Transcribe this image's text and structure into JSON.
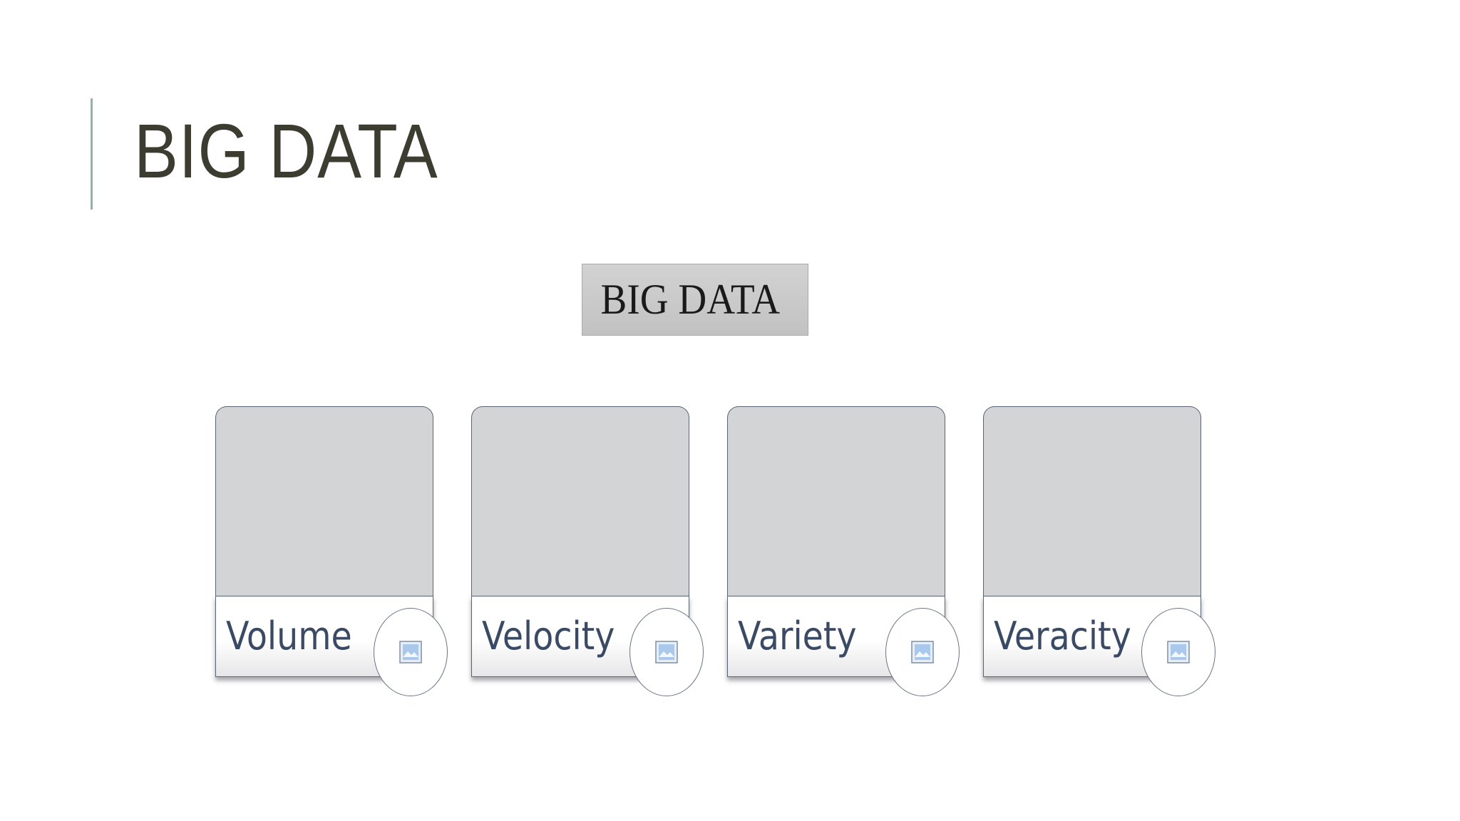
{
  "slide": {
    "title": "BIG DATA",
    "accent_color": "#8fb5aa",
    "title_color": "#3d3c30"
  },
  "diagram": {
    "center_label": "BIG DATA",
    "cards": [
      {
        "label": "Volume",
        "icon": "picture-placeholder-icon"
      },
      {
        "label": "Velocity",
        "icon": "picture-placeholder-icon"
      },
      {
        "label": "Variety",
        "icon": "picture-placeholder-icon"
      },
      {
        "label": "Veracity",
        "icon": "picture-placeholder-icon"
      }
    ],
    "card_fill_color": "#d2d4d6",
    "label_color": "#3b4a64"
  }
}
